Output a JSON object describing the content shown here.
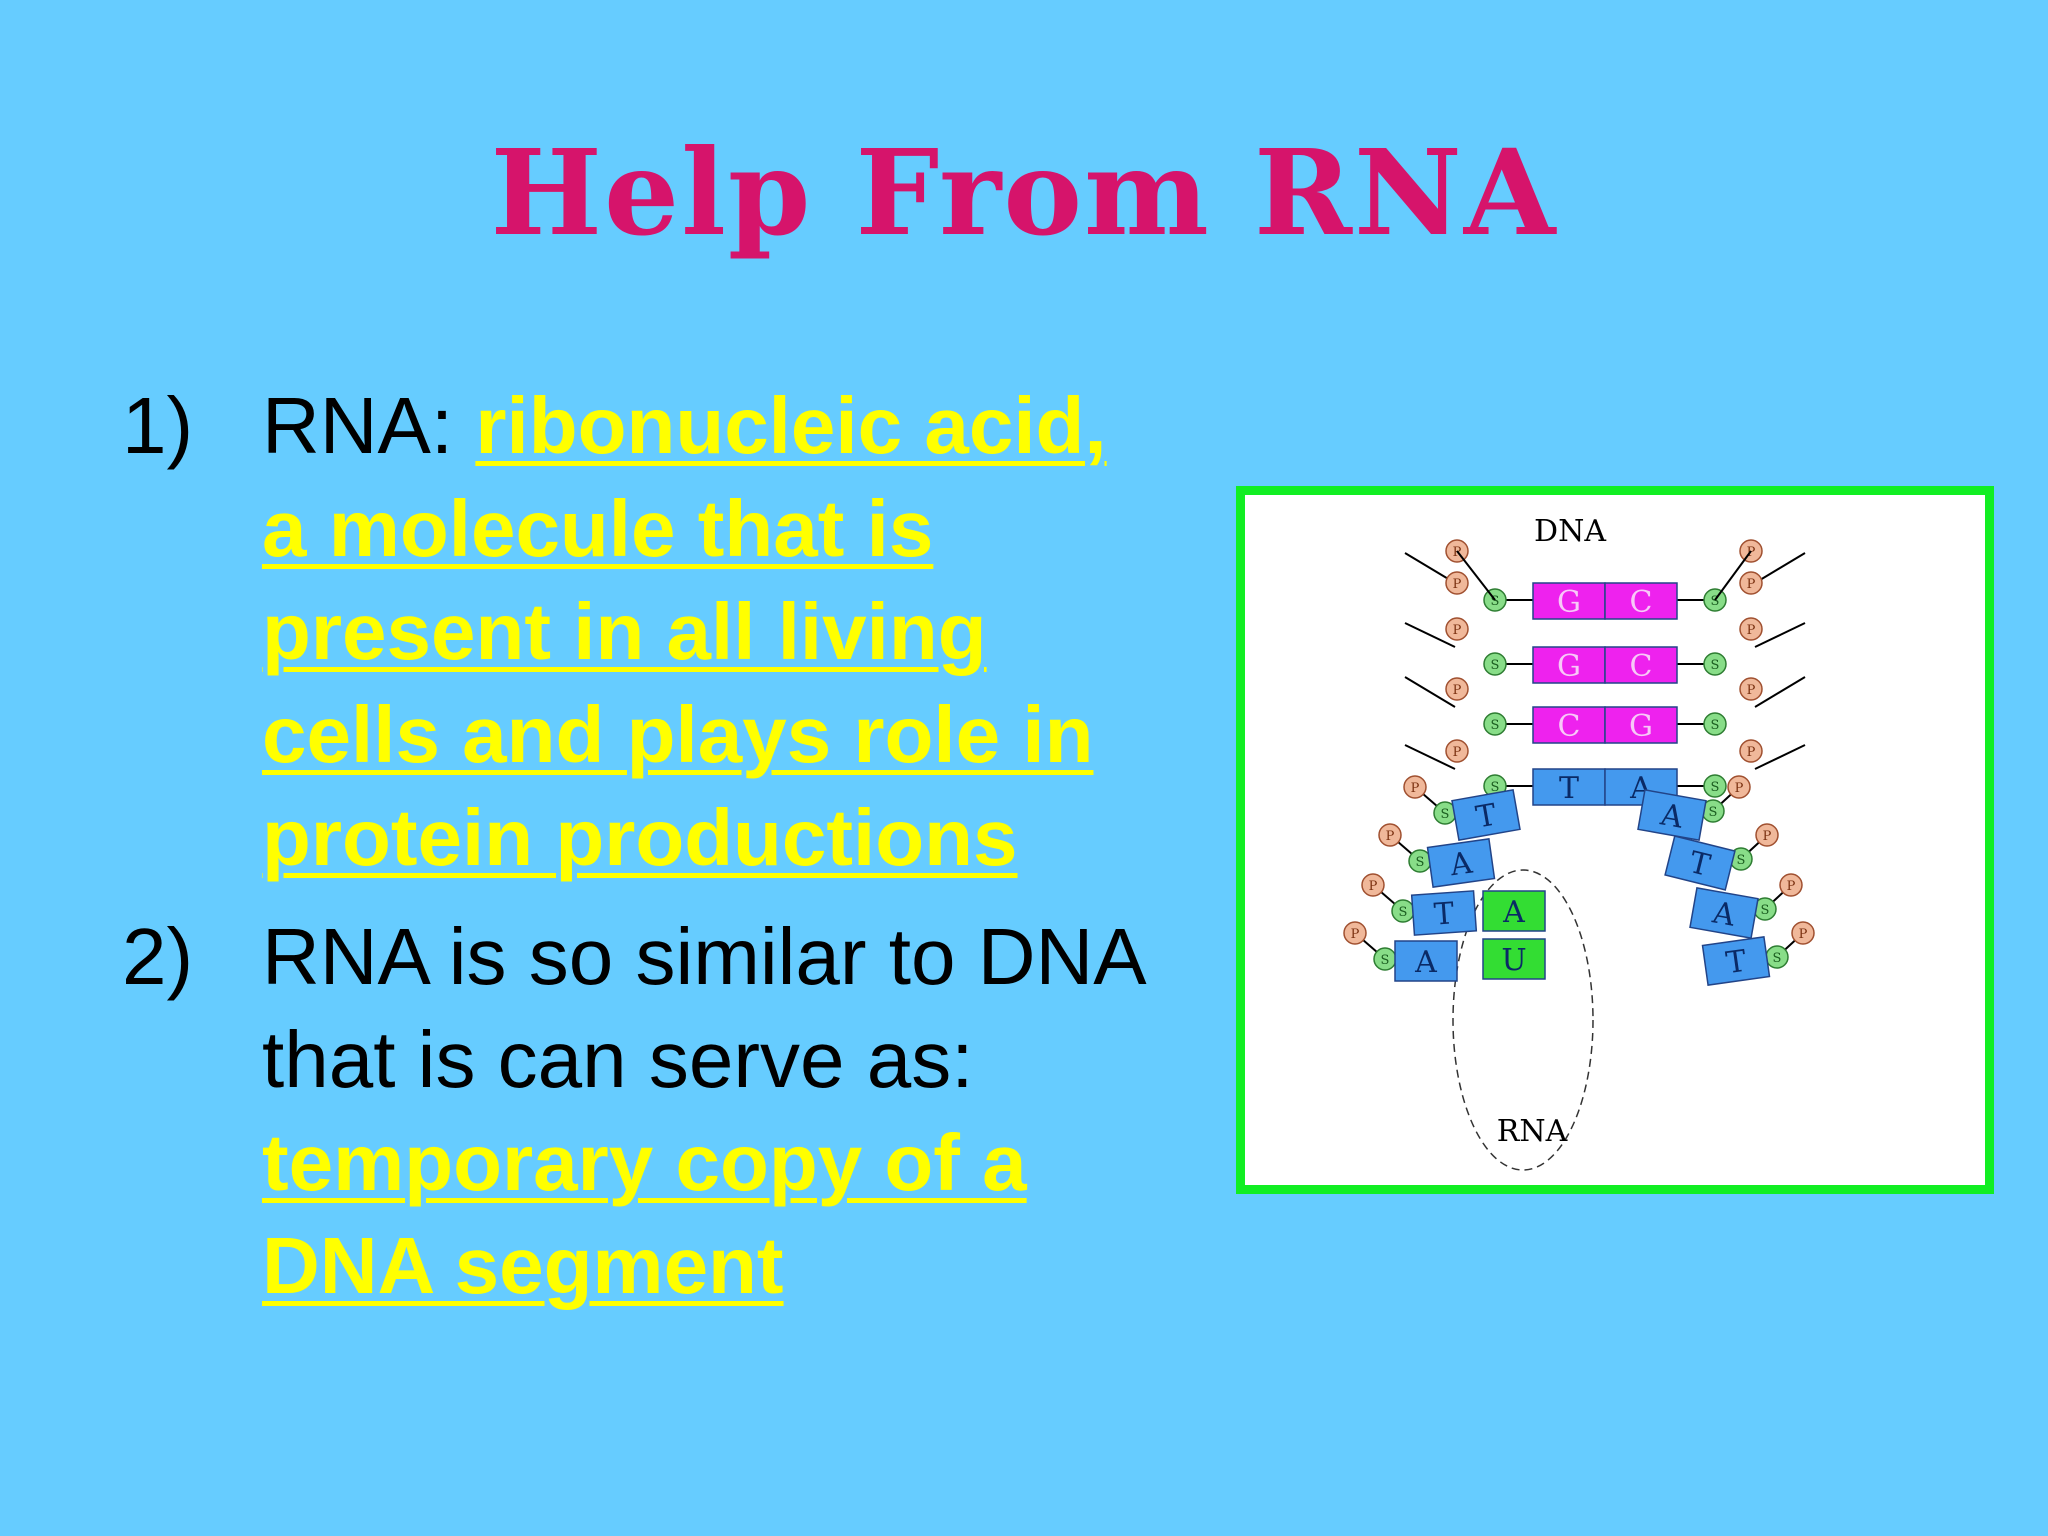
{
  "title": "Help From RNA",
  "items": [
    {
      "number": "1)",
      "lead": "RNA: ",
      "highlight_lines": [
        "ribonucleic acid,",
        "a molecule that is",
        "present in all living",
        "cells and plays role in",
        "protein productions"
      ]
    },
    {
      "number": "2)",
      "lead_lines": [
        "RNA is so similar to DNA",
        "that is can serve as:"
      ],
      "highlight_lines": [
        "temporary copy of a",
        "DNA segment"
      ]
    }
  ],
  "diagram": {
    "dna_label": "DNA",
    "rna_label": "RNA",
    "phosphate_symbol": "P",
    "sugar_symbol": "S",
    "pairs": [
      {
        "left": "G",
        "right": "C"
      },
      {
        "left": "G",
        "right": "C"
      },
      {
        "left": "C",
        "right": "G"
      },
      {
        "left": "T",
        "right": "A"
      }
    ],
    "left_strand_bases": [
      "T",
      "A",
      "T",
      "A"
    ],
    "right_strand_bases": [
      "A",
      "T",
      "A",
      "T"
    ],
    "rna_bases": [
      "A",
      "U"
    ]
  },
  "colors": {
    "background": "#66ccff",
    "title": "#d6146b",
    "highlight": "#ffff00",
    "frame": "#11ee22",
    "base_purine_gc": "#ee22ee",
    "base_dna": "#4499ee",
    "base_rna": "#33dd33",
    "phosphate": "#f0b89a",
    "sugar": "#88dd88"
  }
}
